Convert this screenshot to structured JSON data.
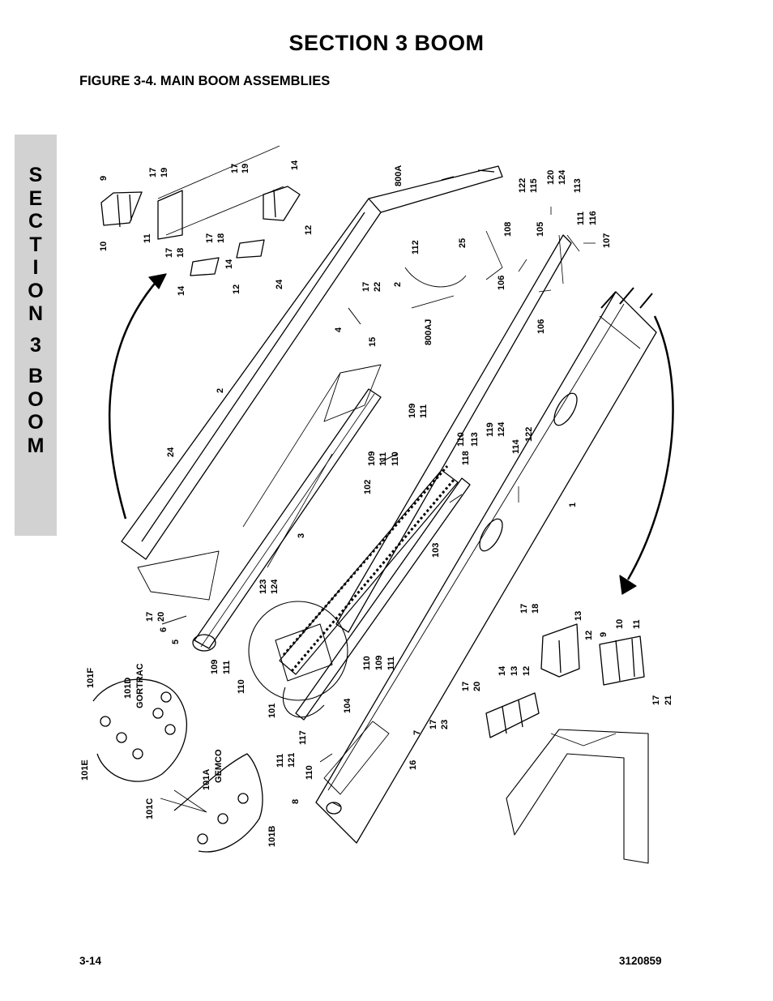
{
  "header": {
    "section_title": "SECTION 3   BOOM",
    "figure_title": "FIGURE 3-4.    MAIN BOOM ASSEMBLIES"
  },
  "side_tab": {
    "word1": [
      "S",
      "E",
      "C",
      "T",
      "I",
      "O",
      "N"
    ],
    "number": "3",
    "word2": [
      "B",
      "O",
      "O",
      "M"
    ]
  },
  "footer": {
    "page_number": "3-14",
    "doc_number": "3120859"
  },
  "callouts": {
    "c9a": "9",
    "c10a": "10",
    "c11a": "11",
    "c17a": "17",
    "c19a": "19",
    "c17b": "17",
    "c19b": "19",
    "c14a": "14",
    "c12a": "12",
    "c17c": "17",
    "c18a": "18",
    "c17d": "17",
    "c18b": "18",
    "c14b": "14",
    "c14c": "14",
    "c12b": "12",
    "c24a": "24",
    "c17e": "17",
    "c22": "22",
    "c4": "4",
    "c15": "15",
    "c800a": "800A",
    "c800aj": "800AJ",
    "c2a": "2",
    "c112": "112",
    "c25": "25",
    "c122a": "122",
    "c115": "115",
    "c120": "120",
    "c124a": "124",
    "c113a": "113",
    "c108": "108",
    "c105": "105",
    "c111a": "111",
    "c116": "116",
    "c107": "107",
    "c106a": "106",
    "c106b": "106",
    "c2b": "2",
    "c24b": "24",
    "c3": "3",
    "c109a": "109",
    "c111b": "111",
    "c110a": "110",
    "c113b": "113",
    "c119": "119",
    "c124b": "124",
    "c114": "114",
    "c122b": "122",
    "c118": "118",
    "c109b": "109",
    "c111c": "111",
    "c110b": "110",
    "c102": "102",
    "c103": "103",
    "c1": "1",
    "c123": "123",
    "c124c": "124",
    "c17f": "17",
    "c20a": "20",
    "c6": "6",
    "c5": "5",
    "c109c": "109",
    "c111d": "111",
    "c110c": "110",
    "c101": "101",
    "c110d": "110",
    "c109d": "109",
    "c111e": "111",
    "c104": "104",
    "c17g": "17",
    "c18c": "18",
    "c13a": "13",
    "c12c": "12",
    "c9b": "9",
    "c10b": "10",
    "c11b": "11",
    "c17h": "17",
    "c20b": "20",
    "c14d": "14",
    "c13b": "13",
    "c12d": "12",
    "c17i": "17",
    "c21": "21",
    "c17j": "17",
    "c23": "23",
    "c7": "7",
    "c16": "16",
    "c111f": "111",
    "c121": "121",
    "c117": "117",
    "c110e": "110",
    "c8": "8",
    "c101f": "101F",
    "c101d": "101D",
    "gortrac": "GORTRAC",
    "c101e": "101E",
    "c101a": "101A",
    "gemco": "GEMCO",
    "c101c": "101C",
    "c101b": "101B"
  }
}
